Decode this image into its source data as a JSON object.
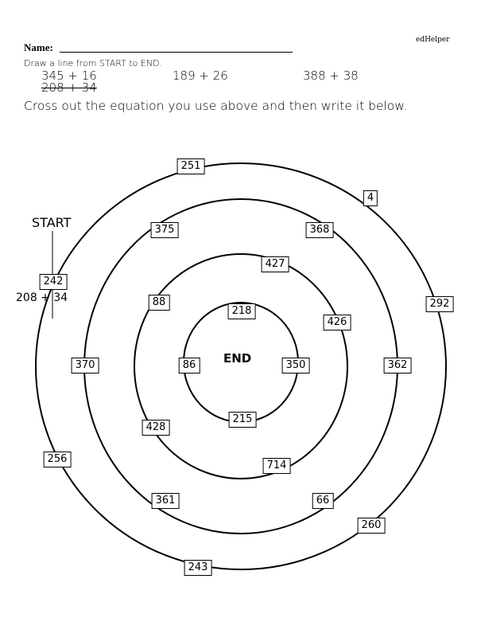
{
  "brand": "edHelper",
  "name_label": "Name:",
  "instruction": "Draw a line from START to END.",
  "equations": [
    "345 + 16",
    "189 + 26",
    "388 + 38"
  ],
  "crossed_equation": "208 + 34",
  "instruction2": "Cross out the equation you use above and then write it below.",
  "start_label": "START",
  "end_label": "END",
  "written_equation": "208 + 34",
  "numbers": {
    "n251": "251",
    "n4": "4",
    "n375": "375",
    "n368": "368",
    "n427": "427",
    "n242": "242",
    "n88": "88",
    "n218": "218",
    "n292": "292",
    "n426": "426",
    "n370": "370",
    "n86": "86",
    "n350": "350",
    "n362": "362",
    "n215": "215",
    "n428": "428",
    "n714": "714",
    "n256": "256",
    "n361": "361",
    "n66": "66",
    "n260": "260",
    "n243": "243"
  }
}
